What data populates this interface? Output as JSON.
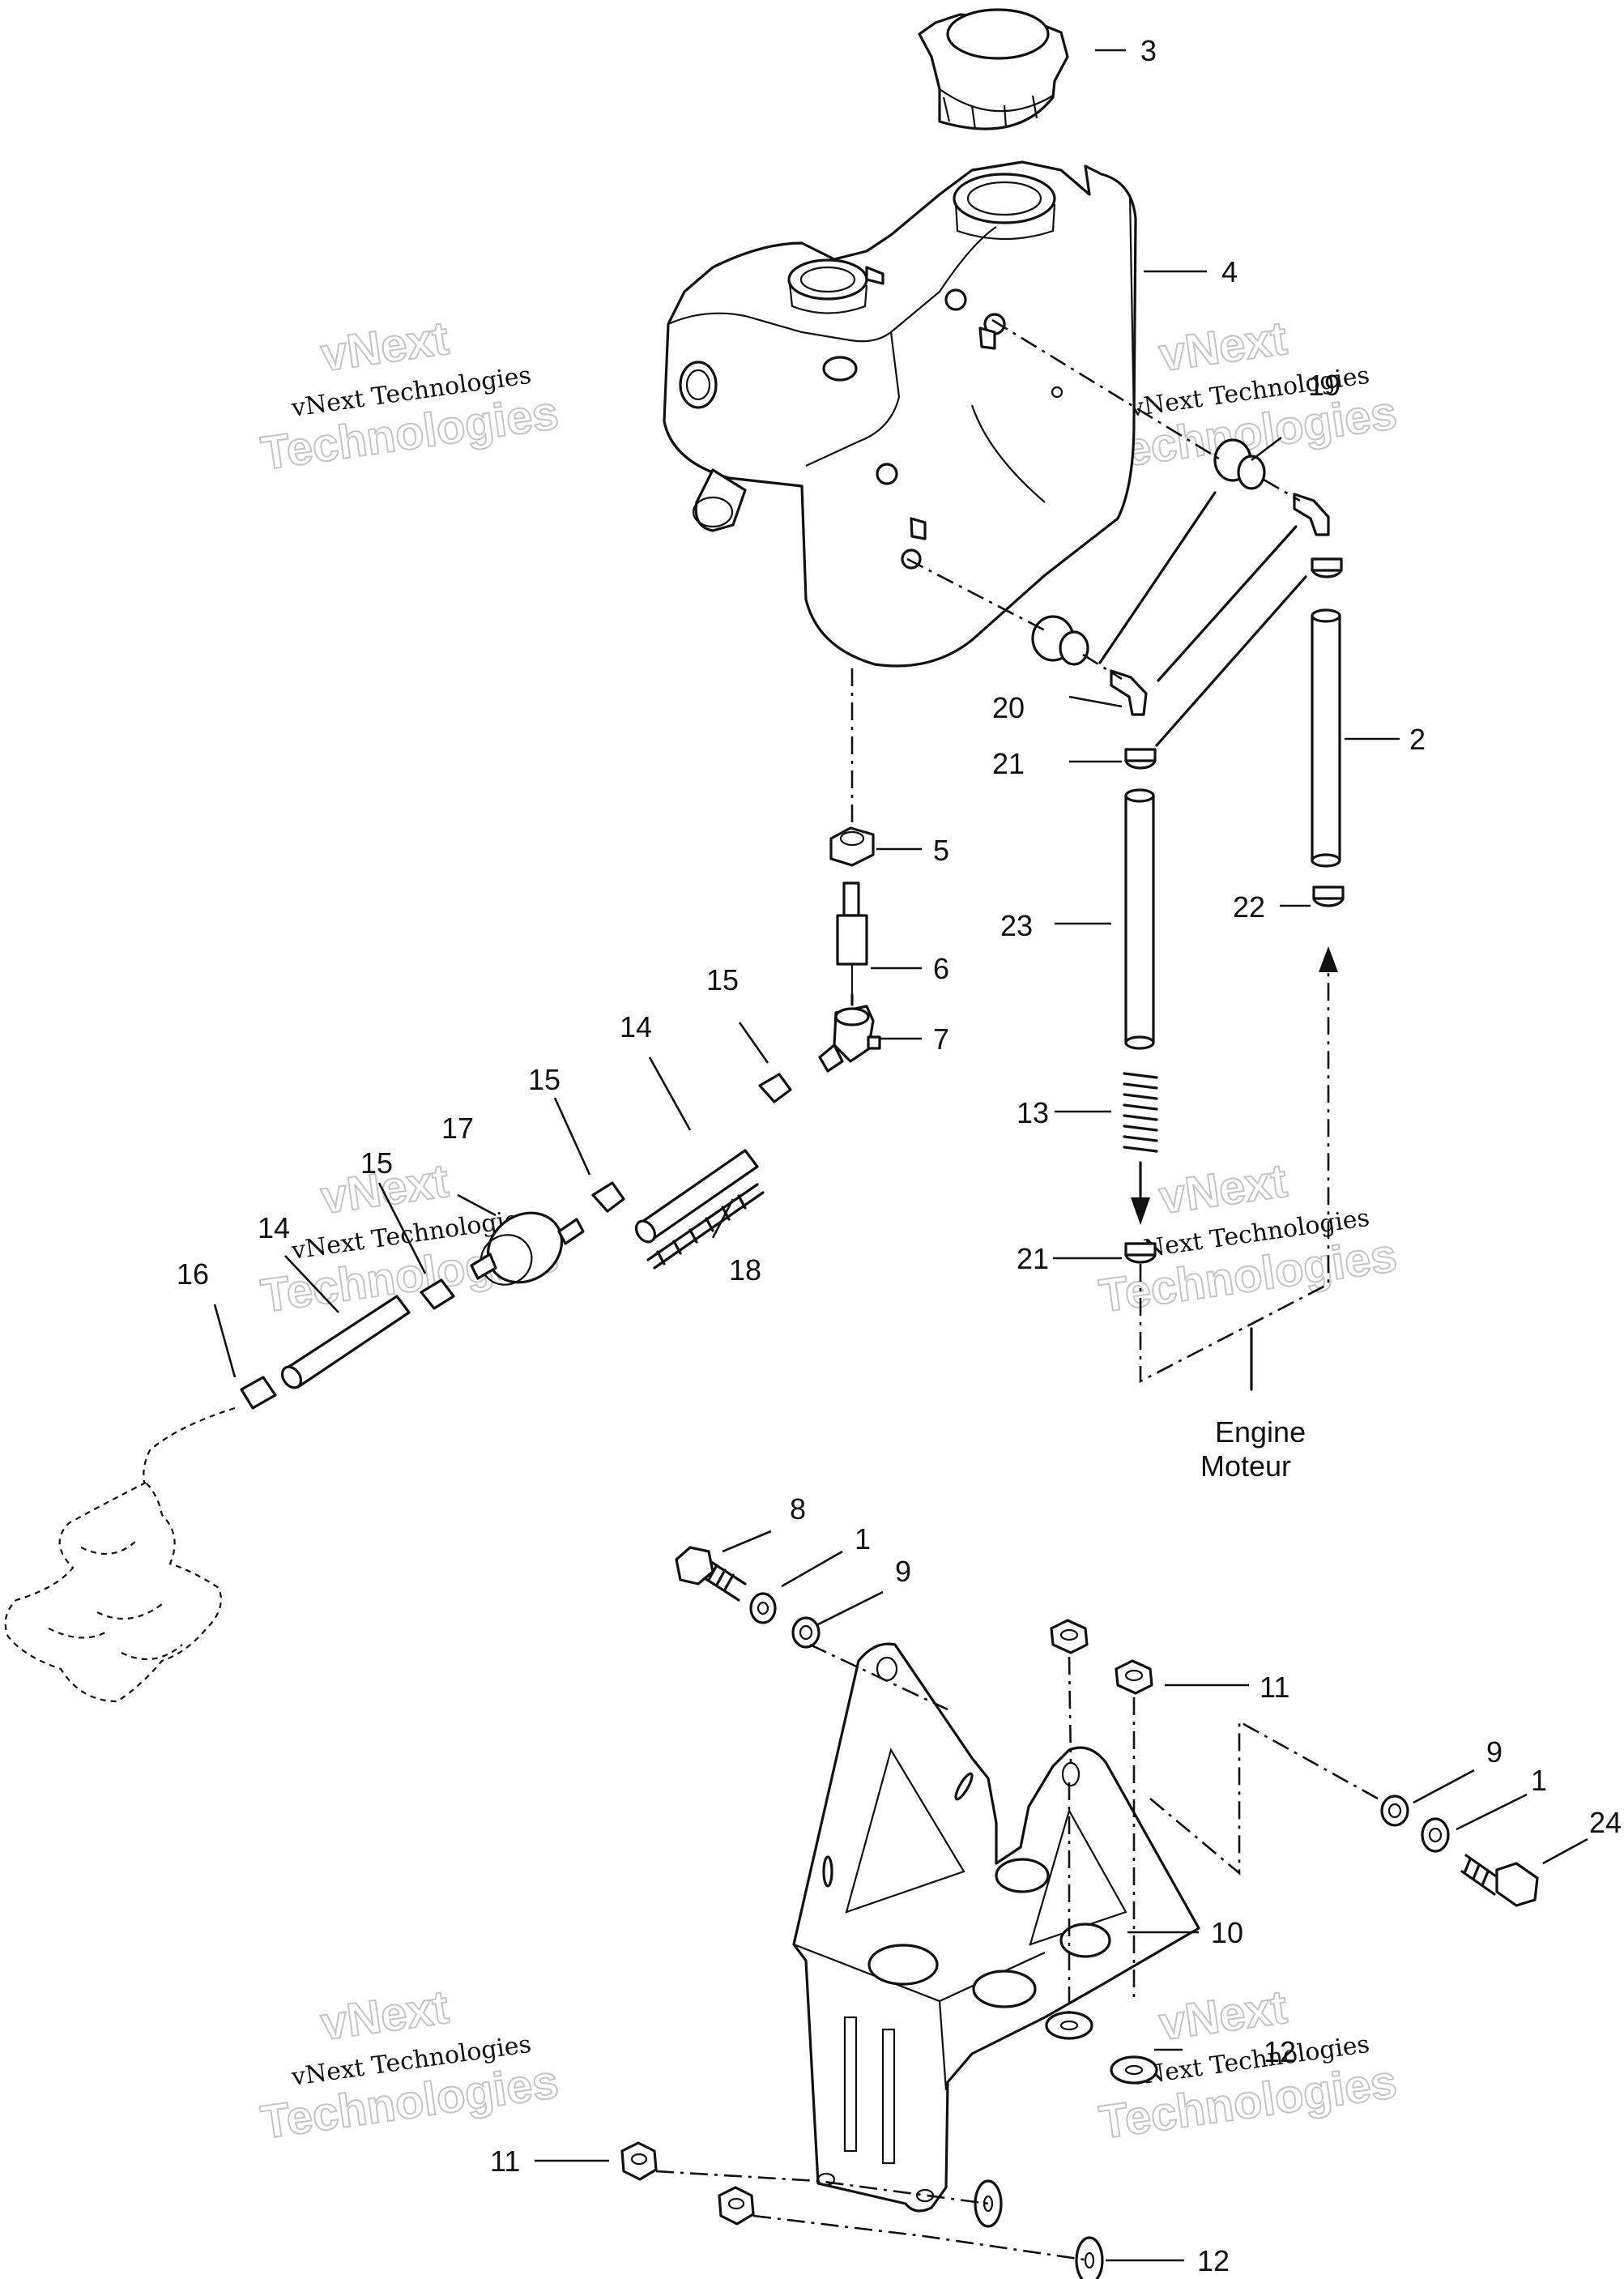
{
  "watermark": {
    "line1": "vNext Technologies",
    "line2_a": "vNext",
    "line2_b": "Technologies"
  },
  "engine_label": {
    "en": "Engine",
    "fr": "Moteur"
  },
  "callouts": {
    "c1": "1",
    "c2": "2",
    "c3": "3",
    "c4": "4",
    "c5": "5",
    "c6": "6",
    "c7": "7",
    "c8": "8",
    "c9": "9",
    "c10": "10",
    "c11": "11",
    "c12": "12",
    "c13": "13",
    "c14": "14",
    "c15": "15",
    "c16": "16",
    "c17": "17",
    "c18": "18",
    "c19": "19",
    "c20": "20",
    "c21": "21",
    "c22": "22",
    "c23": "23",
    "c24": "24"
  },
  "colors": {
    "line": "#111111",
    "watermark_outline": "#c4c4c4",
    "background": "#ffffff"
  }
}
